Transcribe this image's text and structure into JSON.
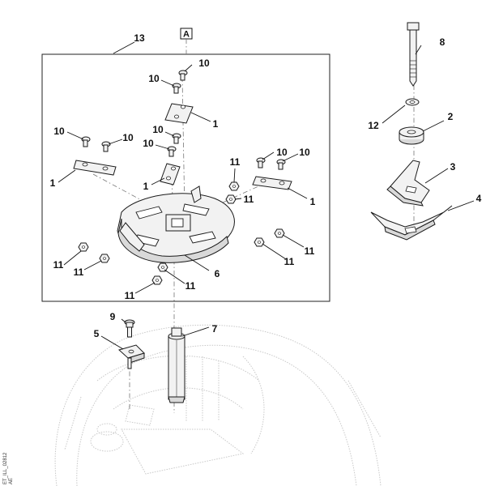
{
  "diagram": {
    "detail_ref_label": "A",
    "document_id": "ET_ILL_02812",
    "revision": "AE",
    "callouts": {
      "c13": "13",
      "c8": "8",
      "c12": "12",
      "c2": "2",
      "c3": "3",
      "c4": "4",
      "c6": "6",
      "c9": "9",
      "c5": "5",
      "c7": "7",
      "c1_a": "1",
      "c1_b": "1",
      "c1_c": "1",
      "c1_d": "1",
      "c10_a": "10",
      "c10_b": "10",
      "c10_c": "10",
      "c10_d": "10",
      "c10_e": "10",
      "c10_f": "10",
      "c10_g": "10",
      "c10_h": "10",
      "c11_a": "11",
      "c11_b": "11",
      "c11_c": "11",
      "c11_d": "11",
      "c11_e": "11",
      "c11_f": "11",
      "c11_g": "11",
      "c11_h": "11"
    }
  }
}
